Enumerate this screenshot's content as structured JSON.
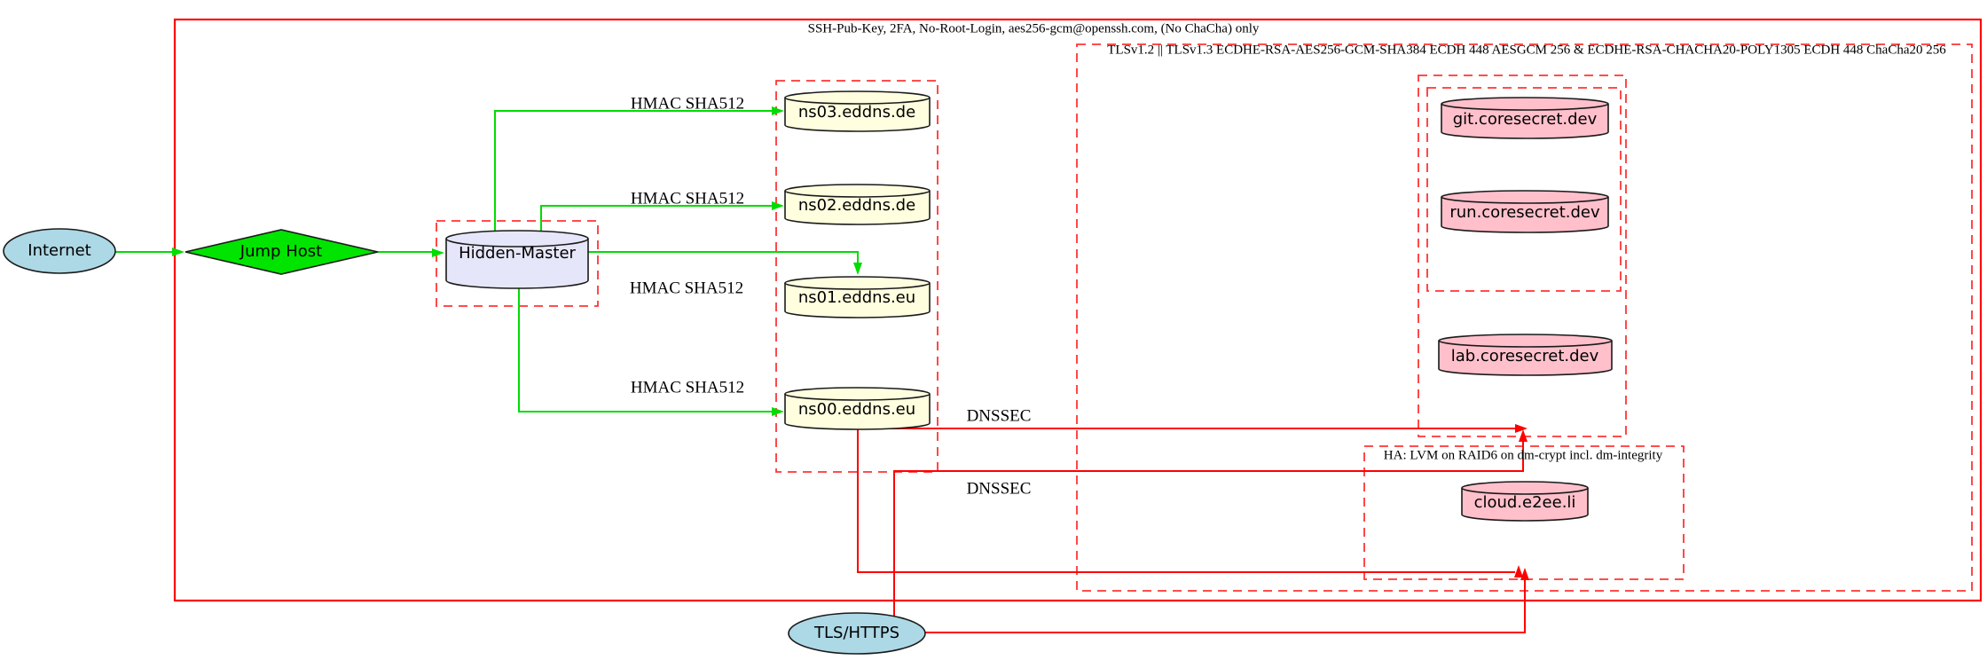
{
  "nodes": {
    "internet": "Internet",
    "jump_host": "Jump Host",
    "hidden_master": "Hidden-Master",
    "ns03": "ns03.eddns.de",
    "ns02": "ns02.eddns.de",
    "ns01": "ns01.eddns.eu",
    "ns00": "ns00.eddns.eu",
    "git": "git.coresecret.dev",
    "run": "run.coresecret.dev",
    "lab": "lab.coresecret.dev",
    "cloud": "cloud.e2ee.li",
    "tls_https": "TLS/HTTPS"
  },
  "clusters": {
    "ssh": "SSH-Pub-Key, 2FA, No-Root-Login, aes256-gcm@openssh.com, (No ChaCha) only",
    "tls": "TLSv1.2 || TLSv1.3 ECDHE-RSA-AES256-GCM-SHA384 ECDH 448 AESGCM 256 & ECDHE-RSA-CHACHA20-POLY1305 ECDH 448 ChaCha20 256",
    "ha": "HA: LVM on RAID6 on dm-crypt incl. dm-integrity"
  },
  "edges": {
    "hmac_ns03": "HMAC SHA512",
    "hmac_ns02": "HMAC SHA512",
    "hmac_ns01": "HMAC SHA512",
    "hmac_ns00": "HMAC SHA512",
    "dnssec_top": "DNSSEC",
    "dnssec_bottom": "DNSSEC"
  },
  "colors": {
    "edge_green": "#00dc00",
    "node_green": "#00e400",
    "edge_red": "#ff0000",
    "box_red": "#ff3434",
    "node_blue": "#add8e6",
    "node_lavender": "#e6e6fa",
    "node_yellow": "#ffffe0",
    "node_pink": "#ffc0cb",
    "stroke_black": "#1a1a1a"
  }
}
